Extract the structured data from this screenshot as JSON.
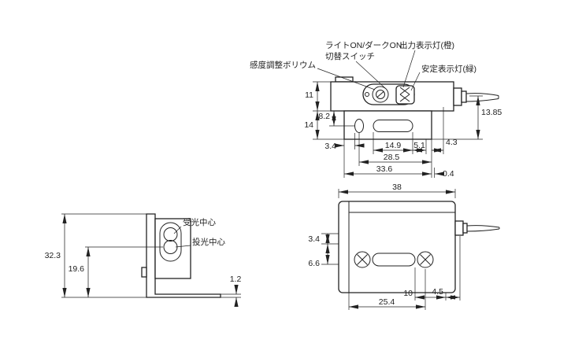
{
  "colors": {
    "line": "#222222",
    "background": "#ffffff"
  },
  "front": {
    "callouts": {
      "sensitivity": "感度調整ボリウム",
      "switch1": "ライトON/ダークON",
      "switch2": "切替スイッチ",
      "output": "出力表示灯(橙)",
      "stability": "安定表示灯(緑)"
    },
    "dims": {
      "h11": "11",
      "h82": "8.2",
      "h14": "14",
      "w34": "3.4",
      "h1385": "13.85",
      "w149": "14.9",
      "w51": "5.1",
      "w43": "4.3",
      "w285": "28.5",
      "w336": "33.6",
      "w04": "0.4"
    }
  },
  "side": {
    "callouts": {
      "receiver": "受光中心",
      "emitter": "投光中心"
    },
    "dims": {
      "h323": "32.3",
      "h196": "19.6",
      "t12": "1.2"
    }
  },
  "top": {
    "dims": {
      "w38": "38",
      "h34": "3.4",
      "h66": "6.6",
      "w254": "25.4",
      "w10": "10",
      "w45": "4.5"
    }
  }
}
